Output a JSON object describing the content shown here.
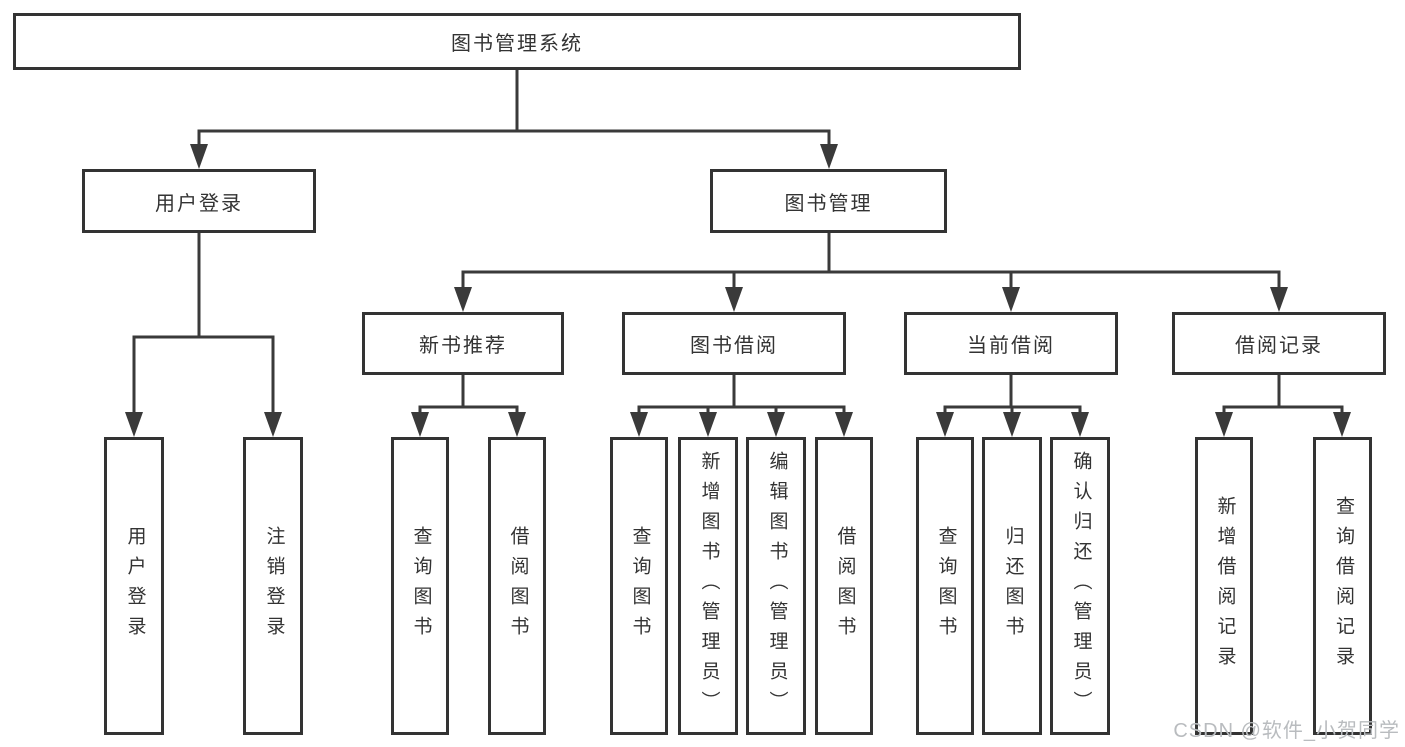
{
  "diagram_type": "hierarchy-tree",
  "colors": {
    "background": "#ffffff",
    "line": "#3a3a3a",
    "box_border": "#333333",
    "box_fill": "#ffffff",
    "text": "#333333",
    "watermark_text": "#b9bcbf"
  },
  "tree": {
    "root": {
      "label": "图书管理系统"
    },
    "children": [
      {
        "label": "用户登录",
        "children": [
          {
            "label": "用户登录"
          },
          {
            "label": "注销登录"
          }
        ]
      },
      {
        "label": "图书管理",
        "children": [
          {
            "label": "新书推荐",
            "children": [
              {
                "label": "查询图书"
              },
              {
                "label": "借阅图书"
              }
            ]
          },
          {
            "label": "图书借阅",
            "children": [
              {
                "label": "查询图书"
              },
              {
                "label": "新增图书（管理员）"
              },
              {
                "label": "编辑图书（管理员）"
              },
              {
                "label": "借阅图书"
              }
            ]
          },
          {
            "label": "当前借阅",
            "children": [
              {
                "label": "查询图书"
              },
              {
                "label": "归还图书"
              },
              {
                "label": "确认归还（管理员）"
              }
            ]
          },
          {
            "label": "借阅记录",
            "children": [
              {
                "label": "新增借阅记录"
              },
              {
                "label": "查询借阅记录"
              }
            ]
          }
        ]
      }
    ]
  },
  "watermark": {
    "text": "CSDN @软件_小贺同学"
  }
}
